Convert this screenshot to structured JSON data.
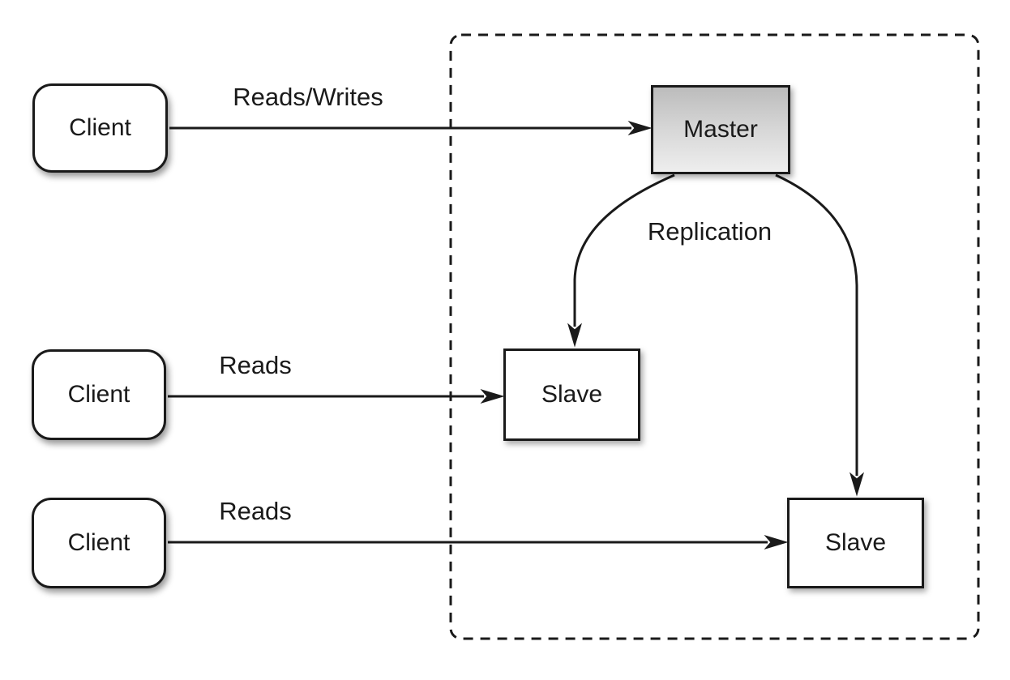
{
  "diagram": {
    "nodes": {
      "client_1": {
        "label": "Client"
      },
      "client_2": {
        "label": "Client"
      },
      "client_3": {
        "label": "Client"
      },
      "master": {
        "label": "Master"
      },
      "slave_1": {
        "label": "Slave"
      },
      "slave_2": {
        "label": "Slave"
      }
    },
    "edges": {
      "client1_to_master": {
        "label": "Reads/Writes"
      },
      "client2_to_slave1": {
        "label": "Reads"
      },
      "client3_to_slave2": {
        "label": "Reads"
      },
      "master_to_slaves": {
        "label": "Replication"
      }
    },
    "colors": {
      "line": "#1a1a1a",
      "node_border": "#1a1a1a",
      "node_fill": "#ffffff",
      "master_gradient_top": "#bcbcbc",
      "master_gradient_bottom": "#eeeeee",
      "background": "#ffffff"
    }
  }
}
